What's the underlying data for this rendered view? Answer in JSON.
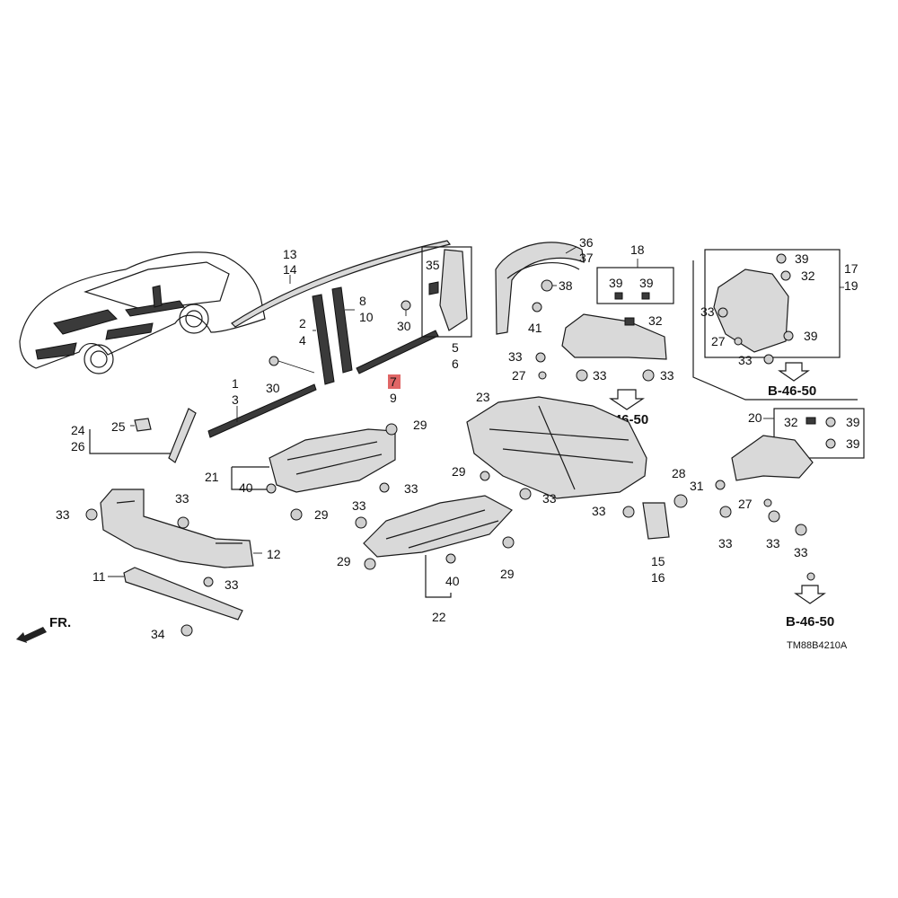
{
  "diagram_code": "TM88B4210A",
  "front_marker": "FR.",
  "ref_label": "B-46-50",
  "highlight_color": "#e06666",
  "labels": {
    "l13": "13",
    "l14": "14",
    "l8": "8",
    "l10": "10",
    "l2": "2",
    "l4": "4",
    "l1": "1",
    "l3": "3",
    "l30a": "30",
    "l30b": "30",
    "l35": "35",
    "l5": "5",
    "l6": "6",
    "l7": "7",
    "l9": "9",
    "l36": "36",
    "l37": "37",
    "l38": "38",
    "l41": "41",
    "l18": "18",
    "l39a": "39",
    "l39b": "39",
    "l32a": "32",
    "l33a": "33",
    "l27a": "27",
    "l33b": "33",
    "l33c": "33",
    "l17": "17",
    "l19": "19",
    "l39c": "39",
    "l32b": "32",
    "l33d": "33",
    "l27b": "27",
    "l39d": "39",
    "l33e": "33",
    "l24": "24",
    "l26": "26",
    "l25": "25",
    "l29a": "29",
    "l21": "21",
    "l40a": "40",
    "l33f": "33",
    "l23": "23",
    "l29b": "29",
    "l33g": "33",
    "l33h": "33",
    "l28": "28",
    "l20": "20",
    "l32c": "32",
    "l39e": "39",
    "l39f": "39",
    "l31": "31",
    "l27c": "27",
    "l33i": "33",
    "l33j": "33",
    "l33k": "33",
    "l33l": "33",
    "l33m": "33",
    "l12": "12",
    "l33n": "33",
    "l29c": "29",
    "l33o": "33",
    "l29d": "29",
    "l29e": "29",
    "l40b": "40",
    "l22": "22",
    "l15": "15",
    "l16": "16",
    "l11": "11",
    "l34": "34"
  }
}
